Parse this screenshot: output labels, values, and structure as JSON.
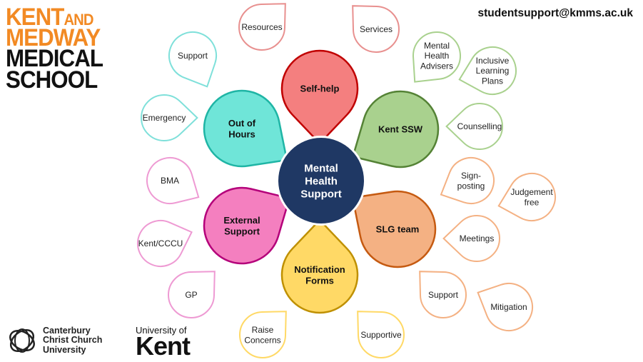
{
  "logo": {
    "line1a": "KENT",
    "line1b": "AND",
    "line2": "MEDWAY",
    "line3": "MEDICAL",
    "line4": "SCHOOL"
  },
  "email": "studentsupport@kmms.ac.uk",
  "partners": {
    "cccu": [
      "Canterbury",
      "Christ Church",
      "University"
    ],
    "uok_top": "University of",
    "uok_main": "Kent"
  },
  "colors": {
    "center": "#1f3864",
    "self_help": "#f47f7f",
    "kent_ssw": "#a9d18e",
    "slg_team": "#f4b183",
    "notification": "#ffd966",
    "external": "#f47fbf",
    "out_of_hours": "#6fe5d8"
  },
  "center": {
    "lines": [
      "Mental",
      "Health",
      "Support"
    ]
  },
  "petals": [
    {
      "id": "self-help",
      "lines": [
        "Self-help"
      ],
      "fill": "#f47f7f",
      "stroke": "#c00000",
      "children": [
        {
          "lines": [
            "Resources"
          ]
        },
        {
          "lines": [
            "Services"
          ]
        }
      ]
    },
    {
      "id": "kent-ssw",
      "lines": [
        "Kent SSW"
      ],
      "fill": "#a9d18e",
      "stroke": "#548235",
      "children": [
        {
          "lines": [
            "Mental",
            "Health",
            "Advisers"
          ]
        },
        {
          "lines": [
            "Inclusive",
            "Learning",
            "Plans"
          ]
        },
        {
          "lines": [
            "Counselling"
          ]
        }
      ]
    },
    {
      "id": "slg-team",
      "lines": [
        "SLG team"
      ],
      "fill": "#f4b183",
      "stroke": "#c55a11",
      "children": [
        {
          "lines": [
            "Sign-",
            "posting"
          ]
        },
        {
          "lines": [
            "Judgement",
            "free"
          ]
        },
        {
          "lines": [
            "Meetings"
          ]
        },
        {
          "lines": [
            "Support"
          ]
        },
        {
          "lines": [
            "Mitigation"
          ]
        }
      ]
    },
    {
      "id": "notification-forms",
      "lines": [
        "Notification",
        "Forms"
      ],
      "fill": "#ffd966",
      "stroke": "#bf9000",
      "children": [
        {
          "lines": [
            "Raise",
            "Concerns"
          ]
        },
        {
          "lines": [
            "Supportive"
          ]
        }
      ]
    },
    {
      "id": "external-support",
      "lines": [
        "External",
        "Support"
      ],
      "fill": "#f47fbf",
      "stroke": "#b4007a",
      "children": [
        {
          "lines": [
            "BMA"
          ]
        },
        {
          "lines": [
            "Kent/CCCU"
          ]
        },
        {
          "lines": [
            "GP"
          ]
        }
      ]
    },
    {
      "id": "out-of-hours",
      "lines": [
        "Out of",
        "Hours"
      ],
      "fill": "#6fe5d8",
      "stroke": "#1fb5a5",
      "children": [
        {
          "lines": [
            "Support"
          ]
        },
        {
          "lines": [
            "Emergency"
          ]
        }
      ]
    }
  ]
}
